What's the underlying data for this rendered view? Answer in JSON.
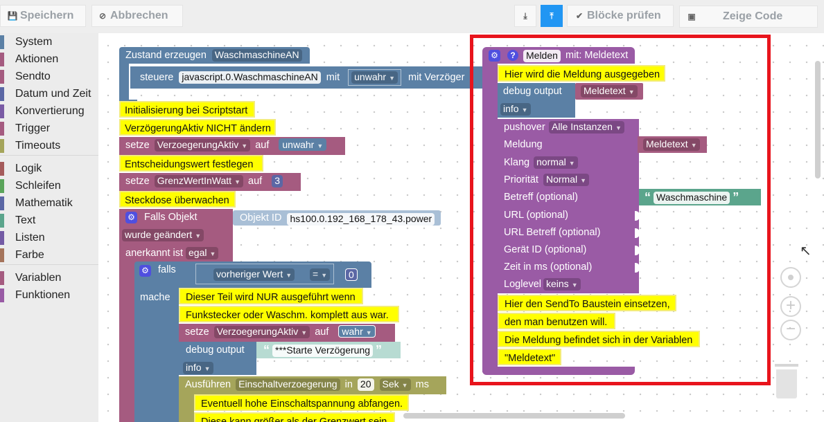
{
  "toolbar": {
    "save_label": "Speichern",
    "cancel_label": "Abbrechen",
    "check_label": "Blöcke prüfen",
    "code_label": "Zeige Code"
  },
  "sidebar": {
    "items": [
      {
        "label": "System",
        "color": "#5b80a5"
      },
      {
        "label": "Aktionen",
        "color": "#a55b80"
      },
      {
        "label": "Sendto",
        "color": "#a55b80"
      },
      {
        "label": "Datum und Zeit",
        "color": "#5b67a5"
      },
      {
        "label": "Konvertierung",
        "color": "#7a5ba5"
      },
      {
        "label": "Trigger",
        "color": "#a55b80"
      },
      {
        "label": "Timeouts",
        "color": "#a5a55b"
      },
      {
        "label": "Logik",
        "color": "#a55b5b"
      },
      {
        "label": "Schleifen",
        "color": "#5ba55b"
      },
      {
        "label": "Mathematik",
        "color": "#5b67a5"
      },
      {
        "label": "Text",
        "color": "#5ba58c"
      },
      {
        "label": "Listen",
        "color": "#745ba5"
      },
      {
        "label": "Farbe",
        "color": "#a5745b"
      },
      {
        "label": "Variablen",
        "color": "#a55b80"
      },
      {
        "label": "Funktionen",
        "color": "#995ba5"
      }
    ]
  },
  "left_blocks": {
    "create_state": "Zustand erzeugen",
    "create_state_name": "WaschmaschineAN",
    "control_label": "steuere",
    "control_obj": "javascript.0.WaschmaschineAN",
    "with_label": "mit",
    "control_value": "unwahr",
    "with_delay": "mit Verzöger",
    "note_init": "Initialisierung bei Scriptstart",
    "note_delay": "VerzögerungAktiv NICHT ändern",
    "set_label": "setze",
    "var_delay": "VerzoegerungAktiv",
    "on_label": "auf",
    "val_false": "unwahr",
    "note_decision": "Entscheidungswert festlegen",
    "var_threshold": "GrenzWertInWatt",
    "val_three": "3",
    "note_socket": "Steckdose überwachen",
    "if_object": "Falls Objekt",
    "object_id_label": "Objekt ID",
    "object_id": "hs100.0.192_168_178_43.power",
    "was_changed": "wurde geändert",
    "ack_label": "anerkannt ist",
    "ack_value": "egal",
    "if_label": "falls",
    "prev_value": "vorheriger Wert",
    "eq": "=",
    "zero": "0",
    "do_label": "mache",
    "note_only1": "Dieser Teil wird NUR ausgeführt wenn",
    "note_only2": "Funkstecker oder Waschm. komplett aus war.",
    "val_true": "wahr",
    "debug_output": "debug output",
    "debug_text": "***Starte Verzögerung",
    "info": "info",
    "execute": "Ausführen",
    "timeout_name": "Einschaltverzoegerung",
    "in_label": "in",
    "twenty": "20",
    "sek": "Sek",
    "ms": "ms",
    "note_high": "Eventuell hohe Einschaltspannung abfangen.",
    "note_cut": "Diese kann größer als der Grenzwert sein"
  },
  "func_block": {
    "name": "Melden",
    "param": "mit: Meldetext",
    "note_header": "Hier wird die Meldung ausgegeben",
    "debug_output": "debug output",
    "var_meldetext": "Meldetext",
    "info": "info",
    "pushover": "pushover",
    "instances": "Alle Instanzen",
    "meldung": "Meldung",
    "klang": "Klang",
    "klang_val": "normal",
    "prio": "Priorität",
    "prio_val": "Normal",
    "betreff": "Betreff (optional)",
    "betreff_val": "Waschmaschine",
    "url": "URL (optional)",
    "url_betreff": "URL Betreff (optional)",
    "geraet": "Gerät ID (optional)",
    "zeit": "Zeit in ms (optional)",
    "loglevel": "Loglevel",
    "loglevel_val": "keins",
    "note1": "Hier den SendTo Baustein einsetzen,",
    "note2": "den man benutzen will.",
    "note3": "Die Meldung befindet sich in der Variablen",
    "note4": "\"Meldetext\""
  }
}
